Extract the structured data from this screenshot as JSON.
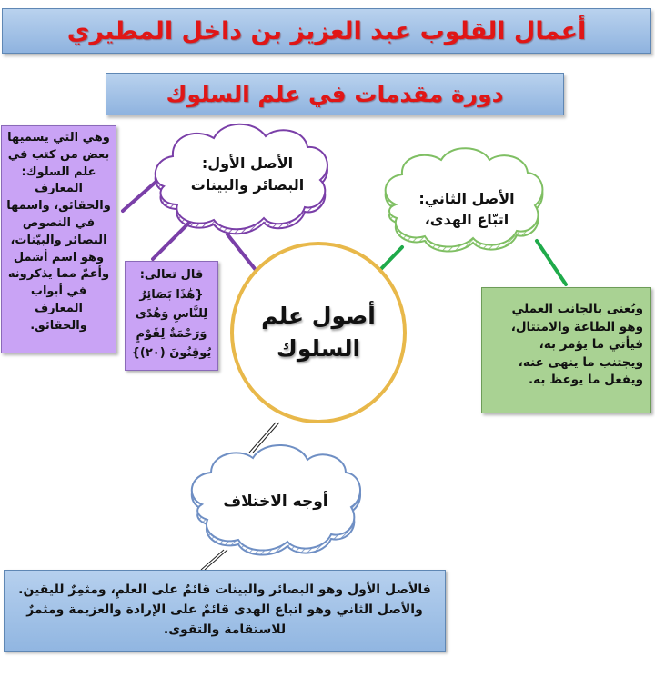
{
  "header": {
    "title": "أعمال القلوب عبد العزيز بن داخل المطيري",
    "subtitle": "دورة مقدمات في علم السلوك",
    "title_color": "#e01616"
  },
  "center": {
    "label_line1": "أصول علم",
    "label_line2": "السلوك",
    "ring_color": "#e8b84a"
  },
  "first_principle": {
    "cloud_line1": "الأصل الأول:",
    "cloud_line2": "البصائر والبينات",
    "color": "#7a3fa8",
    "side_note": [
      "وهي التي يسميها",
      "بعض من كتب في",
      "علم السلوك:",
      "المعارف",
      "والحقائق، واسمها",
      "في النصوص",
      "البصائر والبيّنات،",
      "وهو اسم أشمل",
      "وأعمّ مما يذكرونه",
      "في أبواب",
      "المعارف",
      "والحقائق."
    ],
    "verse_note": [
      "قال تعالى:",
      "{هَٰذَا بَصَائِرُ",
      "لِلنَّاسِ وَهُدًى",
      "وَرَحْمَةٌ لِقَوْمٍ",
      "يُوقِنُونَ (٢٠)}"
    ],
    "box_color": "#c9a3f5"
  },
  "second_principle": {
    "cloud_line1": "الأصل الثاني:",
    "cloud_line2": "اتبّاع الهدى،",
    "color": "#7fbf63",
    "note": [
      "ويُعنى بالجانب العملي",
      "وهو الطاعة والامتثال،",
      "فيأتي ما يؤمر به،",
      "ويجتنب ما ينهى عنه،",
      "ويفعل ما يوعظ به."
    ],
    "box_color": "#a9d293",
    "connector_color": "#1faa4a"
  },
  "differences": {
    "cloud_label": "أوجه الاختلاف",
    "color": "#6f8fc4",
    "summary": [
      "فالأصل الأول وهو البصائر والبينات قائمٌ على العلمِ، ومثمِرٌ لليقين.",
      "والأصل الثاني وهو اتباع الهدى قائمٌ على الإرادة والعزيمة ومثمرٌ",
      "للاستقامة والتقوى."
    ]
  }
}
